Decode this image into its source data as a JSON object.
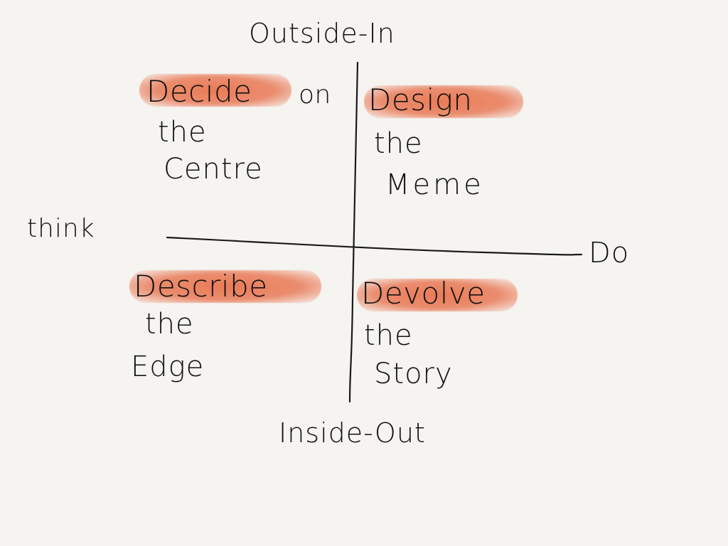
{
  "axes": {
    "top": "Outside-In",
    "bottom": "Inside-Out",
    "left": "think",
    "right": "Do"
  },
  "quadrants": {
    "top_left": {
      "title": "Decide",
      "title_suffix": "on",
      "line1": "the",
      "line2": "Centre"
    },
    "top_right": {
      "title": "Design",
      "line1": "the",
      "line2": "Meme"
    },
    "bottom_left": {
      "title": "Describe",
      "line1": "the",
      "line2": "Edge"
    },
    "bottom_right": {
      "title": "Devolve",
      "line1": "the",
      "line2": "Story"
    }
  },
  "colors": {
    "background": "#f5f4f1",
    "ink": "#141414",
    "highlight": "#e8764f"
  }
}
